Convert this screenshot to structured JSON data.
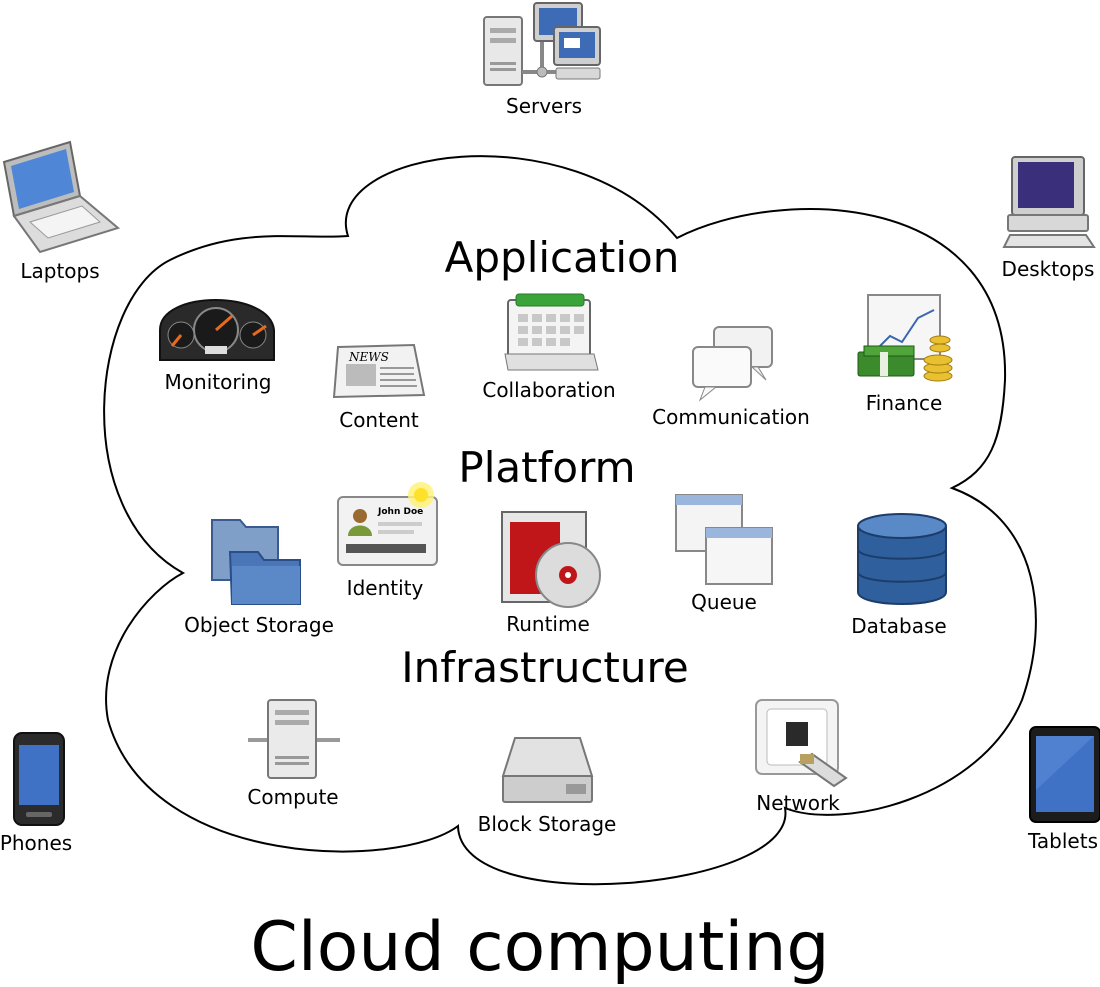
{
  "title": "Cloud computing",
  "layers": {
    "application": "Application",
    "platform": "Platform",
    "infrastructure": "Infrastructure"
  },
  "devices": {
    "servers": "Servers",
    "laptops": "Laptops",
    "desktops": "Desktops",
    "phones": "Phones",
    "tablets": "Tablets"
  },
  "application_items": {
    "monitoring": "Monitoring",
    "content": "Content",
    "collaboration": "Collaboration",
    "communication": "Communication",
    "finance": "Finance"
  },
  "platform_items": {
    "object_storage": "Object Storage",
    "identity": "Identity",
    "runtime": "Runtime",
    "queue": "Queue",
    "database": "Database"
  },
  "infrastructure_items": {
    "compute": "Compute",
    "block_storage": "Block Storage",
    "network": "Network"
  },
  "icon_text": {
    "news": "NEWS",
    "id_name": "John Doe"
  },
  "colors": {
    "outline": "#000000",
    "background": "#ffffff",
    "screen_blue": "#3d6bb5",
    "folder_blue": "#4a76b8",
    "database_blue": "#2f5f9c",
    "calendar_green": "#3aa33a",
    "money_green": "#3b8a2c",
    "coin_gold": "#e8c030",
    "runtime_red": "#c0161a"
  }
}
